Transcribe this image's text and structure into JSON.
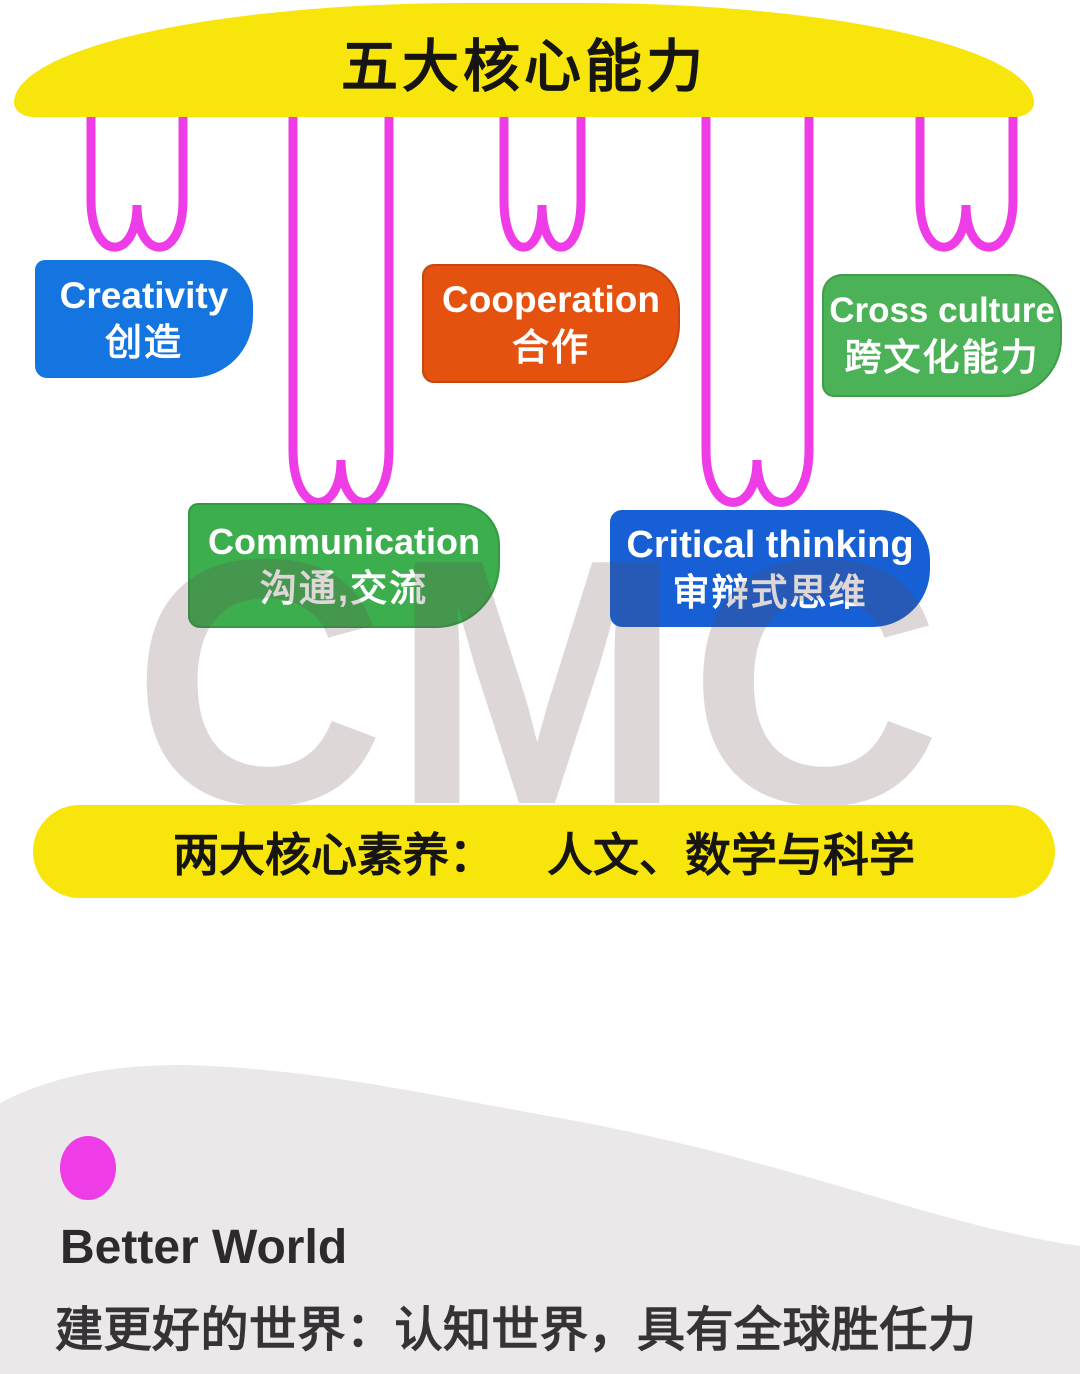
{
  "header": {
    "title": "五大核心能力"
  },
  "abilities": [
    {
      "en": "Creativity",
      "zh": "创造",
      "color": "#1474e0"
    },
    {
      "en": "Cooperation",
      "zh": "合作",
      "color": "#e5510e"
    },
    {
      "en": "Cross culture",
      "zh": "跨文化能力",
      "color": "#4cb257"
    },
    {
      "en": "Communication",
      "zh": "沟通,交流",
      "color": "#3cae4e"
    },
    {
      "en": "Critical thinking",
      "zh": "审辩式思维",
      "color": "#165fd5"
    }
  ],
  "core_literacies_banner": {
    "label": "两大核心素养：",
    "value": "人文、数学与科学"
  },
  "watermark": {
    "text": "CMC"
  },
  "better_world": {
    "title": "Better World",
    "subtitle": "建更好的世界：认知世界，具有全球胜任力"
  },
  "colors": {
    "banner_yellow": "#f7e50c",
    "connector_magenta": "#ee3ce6",
    "bottom_gray": "#eae8e8"
  }
}
